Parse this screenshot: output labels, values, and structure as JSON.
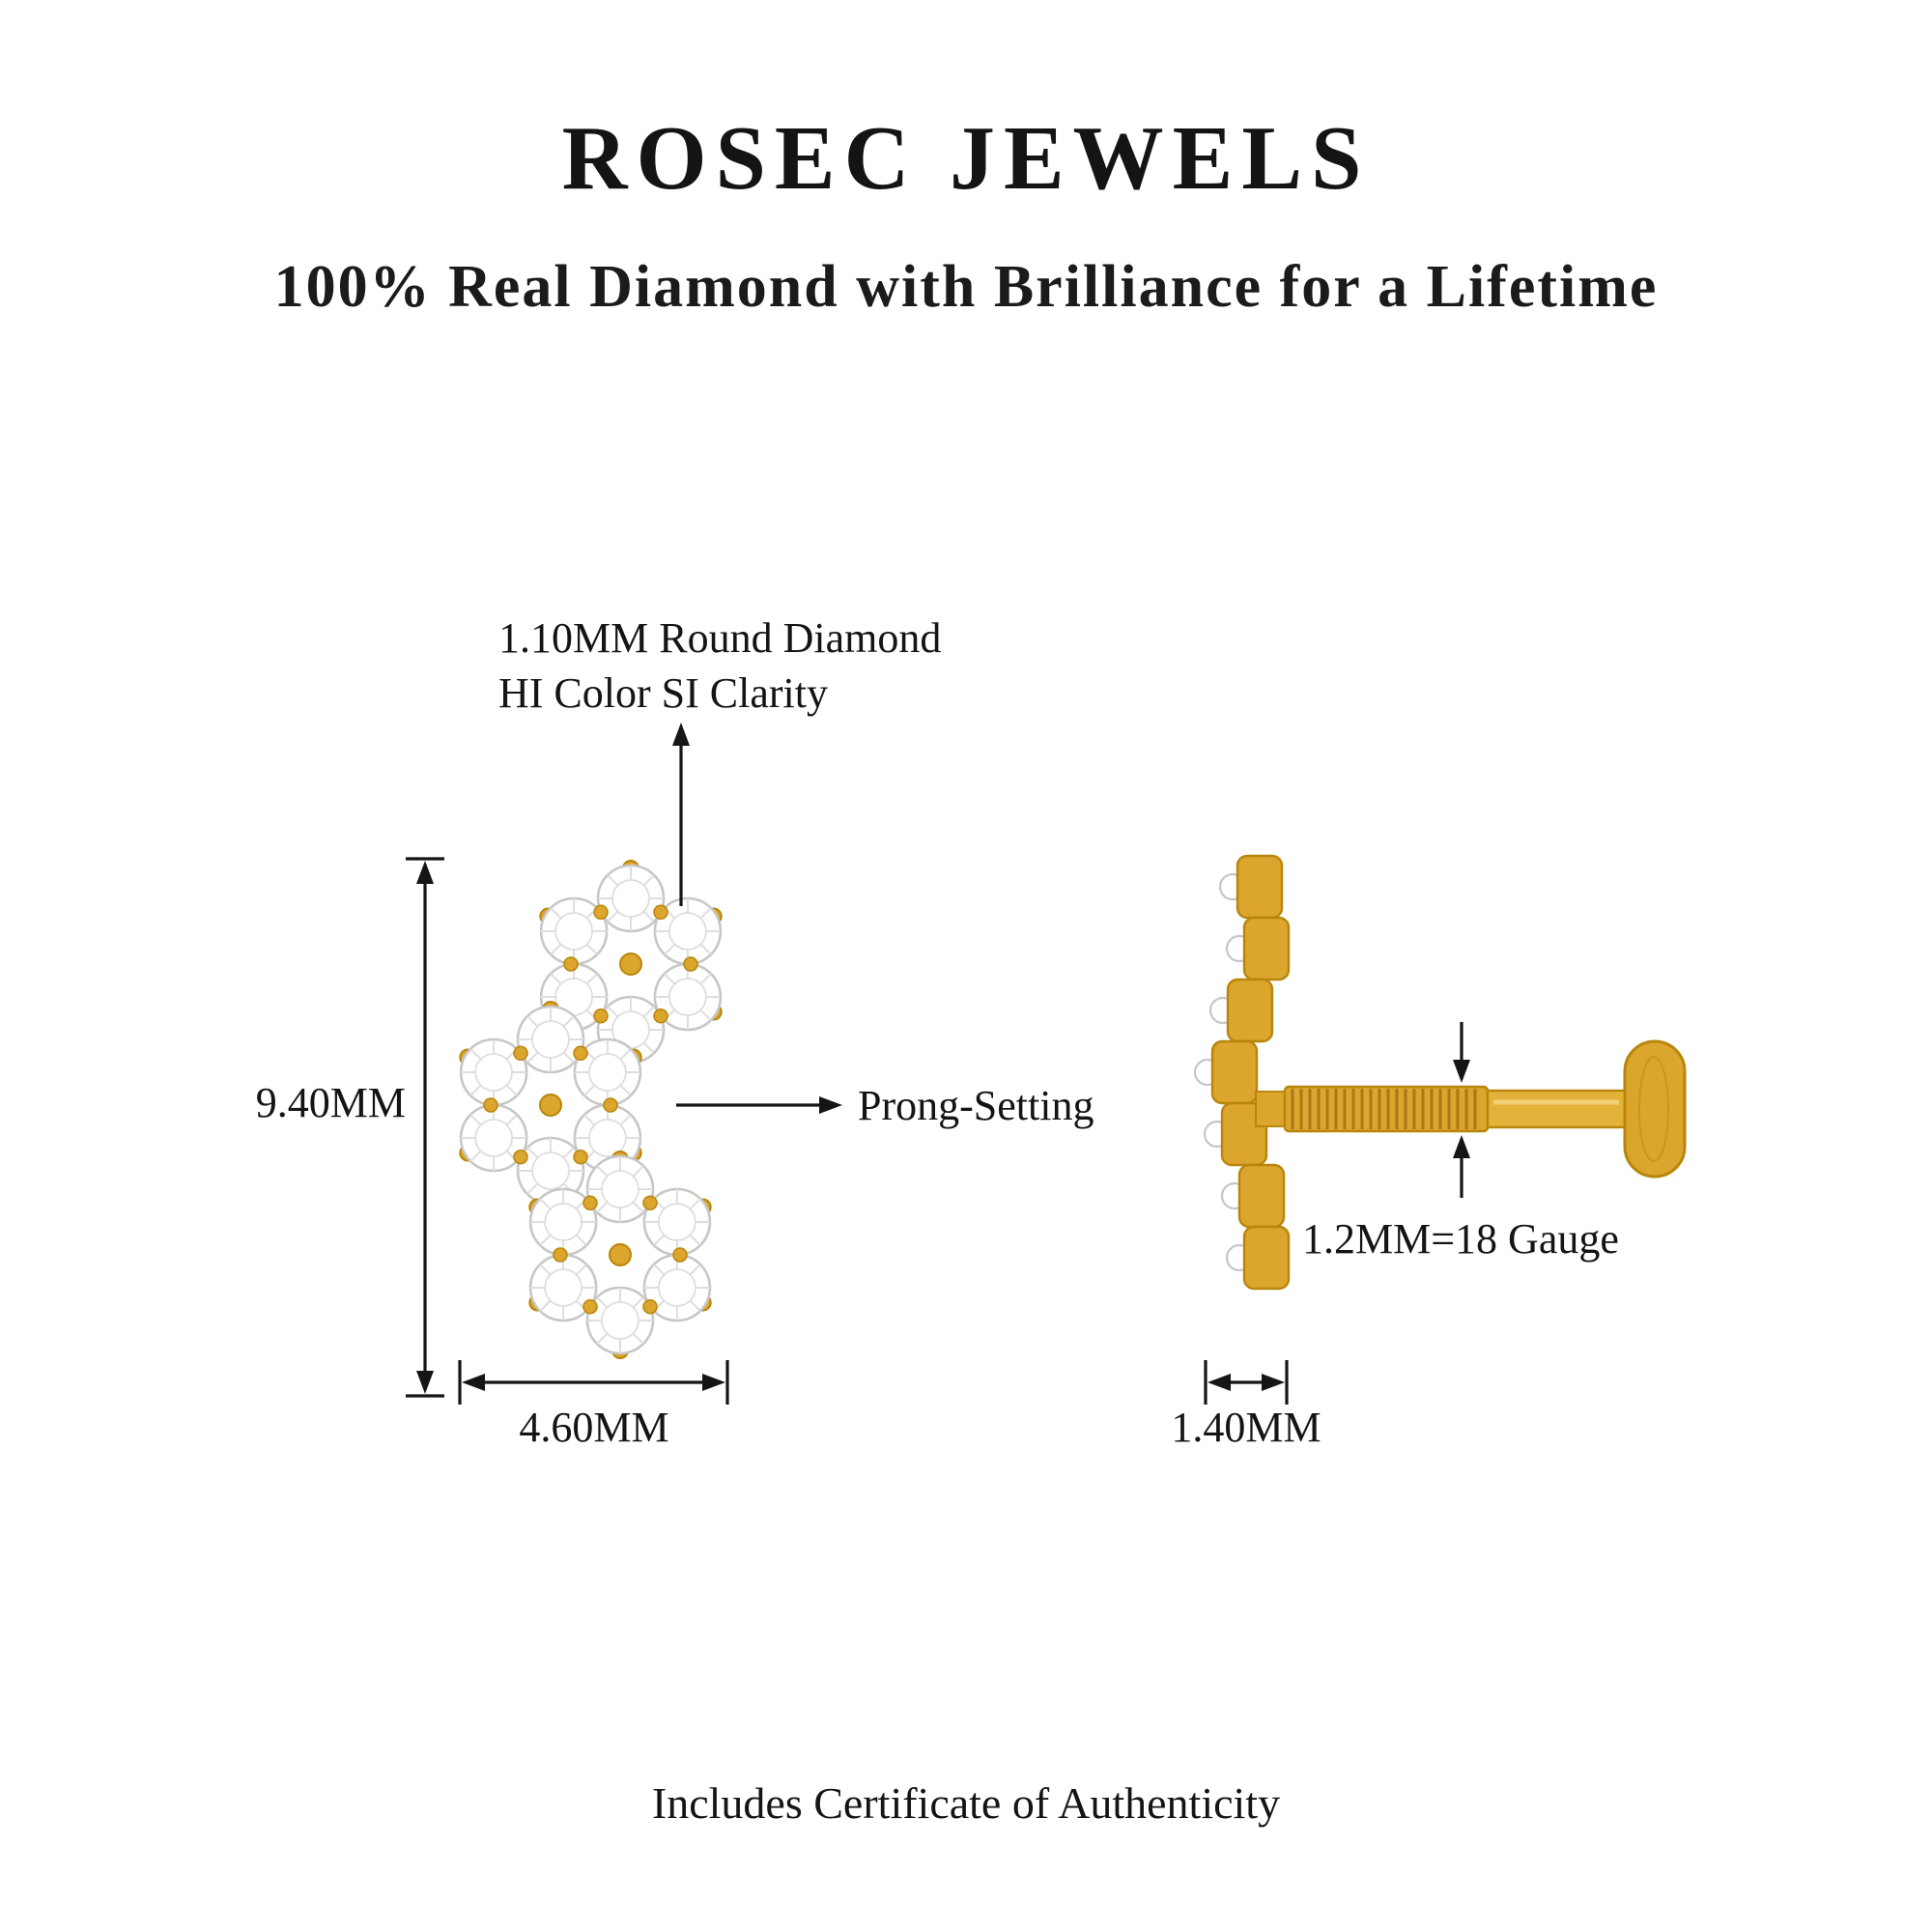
{
  "header": {
    "brand": "ROSEC JEWELS",
    "tagline": "100% Real Diamond with Brilliance for a Lifetime"
  },
  "front_view": {
    "diamond_note_line1": "1.10MM Round Diamond",
    "diamond_note_line2": "HI Color SI Clarity",
    "height_dimension": "9.40MM",
    "width_dimension": "4.60MM",
    "setting_label": "Prong-Setting"
  },
  "side_view": {
    "gauge_label": "1.2MM=18 Gauge",
    "width_dimension": "1.40MM"
  },
  "footer": {
    "certificate_note": "Includes Certificate of Authenticity"
  },
  "colors": {
    "gold": "#DCA52E",
    "gold_dark": "#A87915",
    "gold_outline": "#B8860B",
    "diamond_white": "#FFFFFF",
    "diamond_outline": "#C7C7C7",
    "annotation_ink": "#151515"
  }
}
